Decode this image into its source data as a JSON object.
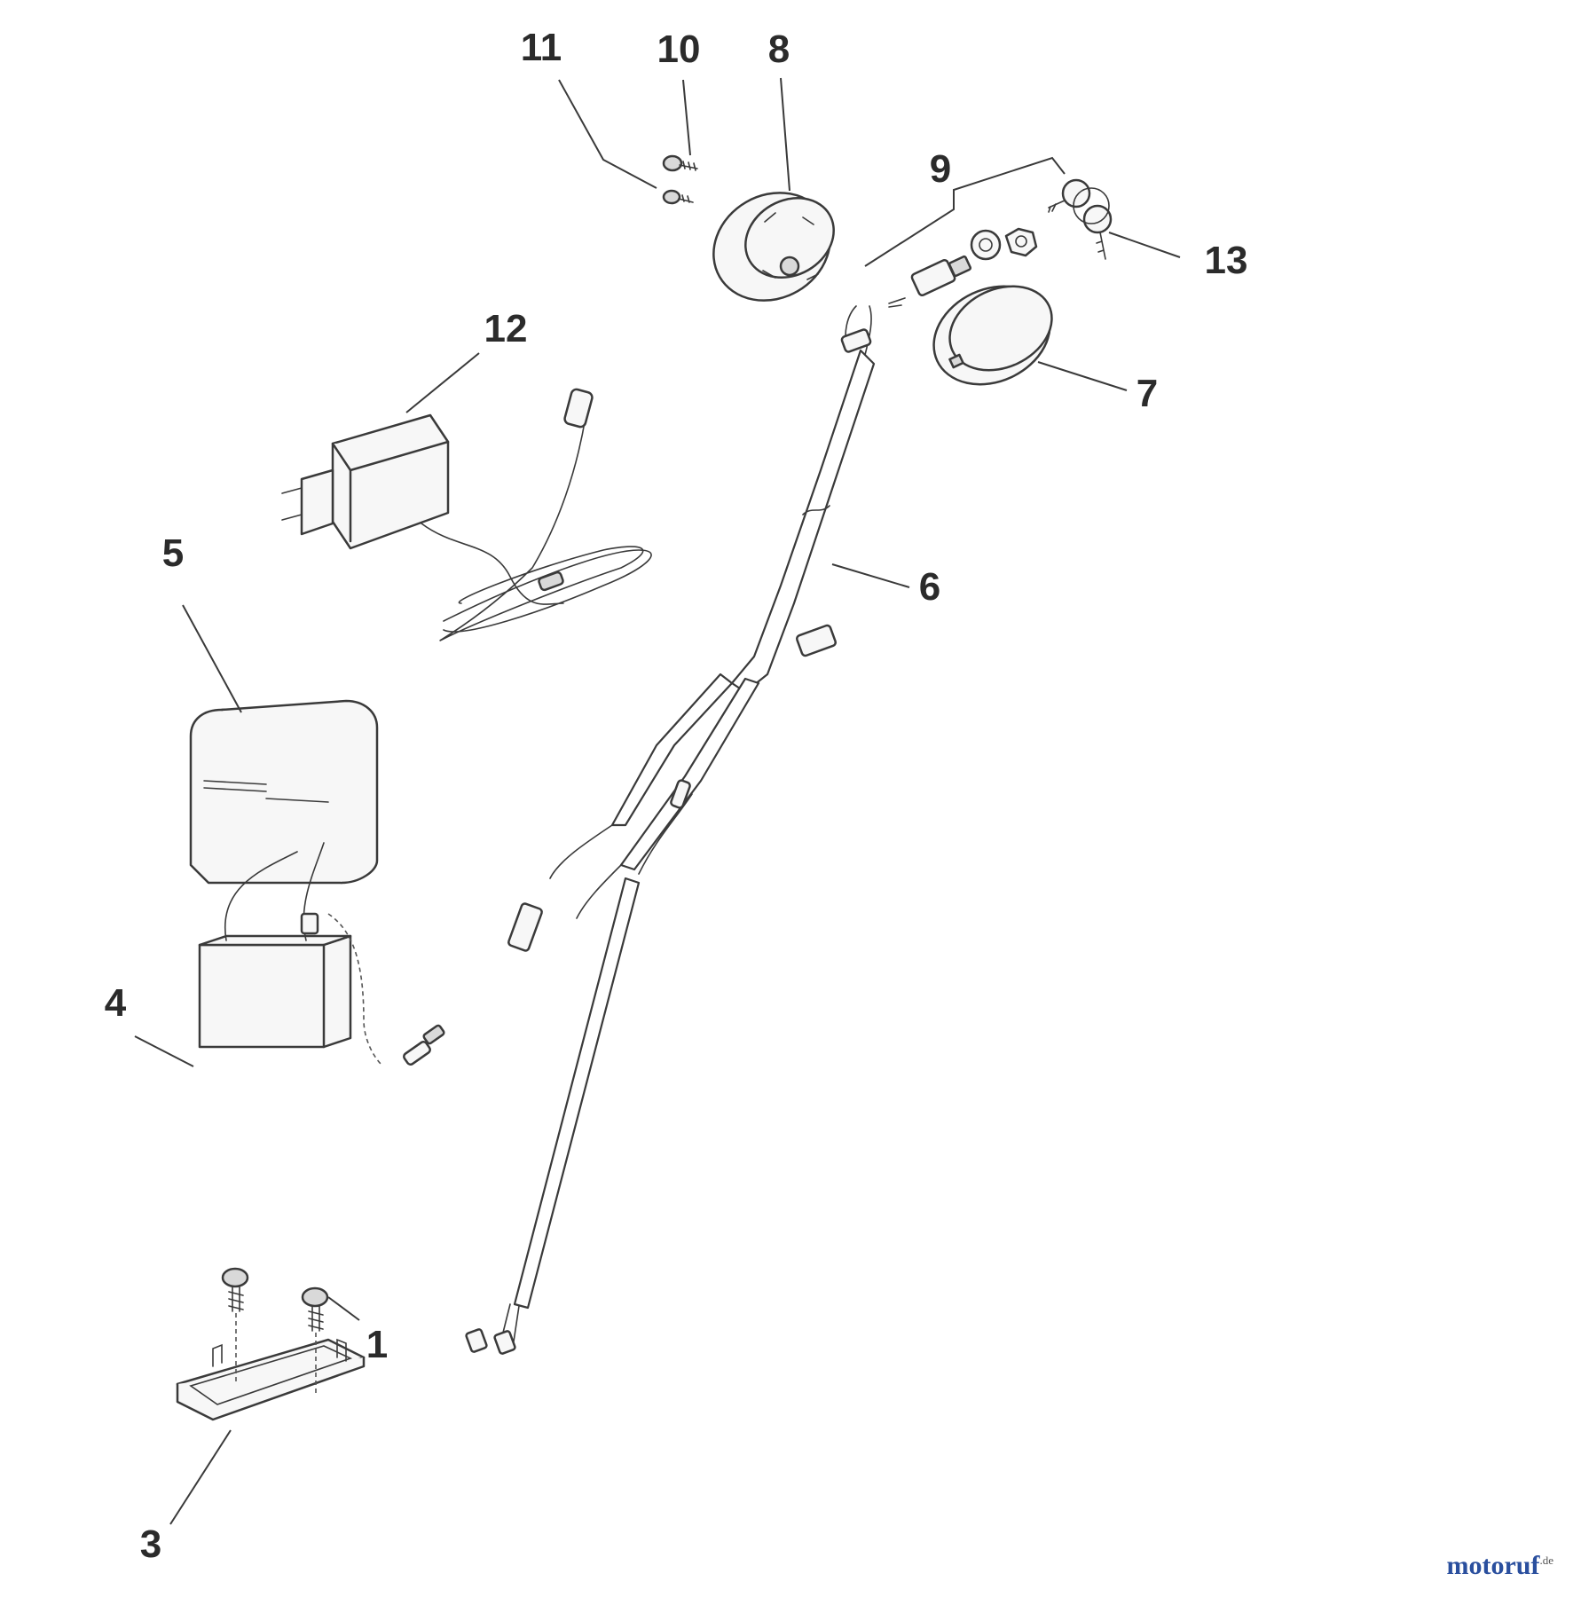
{
  "diagram": {
    "callouts": [
      {
        "id": "1",
        "label": "1"
      },
      {
        "id": "3",
        "label": "3"
      },
      {
        "id": "4",
        "label": "4"
      },
      {
        "id": "5",
        "label": "5"
      },
      {
        "id": "6",
        "label": "6"
      },
      {
        "id": "7",
        "label": "7"
      },
      {
        "id": "8",
        "label": "8"
      },
      {
        "id": "9",
        "label": "9"
      },
      {
        "id": "10",
        "label": "10"
      },
      {
        "id": "11",
        "label": "11"
      },
      {
        "id": "12",
        "label": "12"
      },
      {
        "id": "13",
        "label": "13"
      }
    ]
  },
  "watermark": {
    "brand": "motoruf",
    "tld": ".de",
    "brand_color": "#2a4f9e"
  }
}
